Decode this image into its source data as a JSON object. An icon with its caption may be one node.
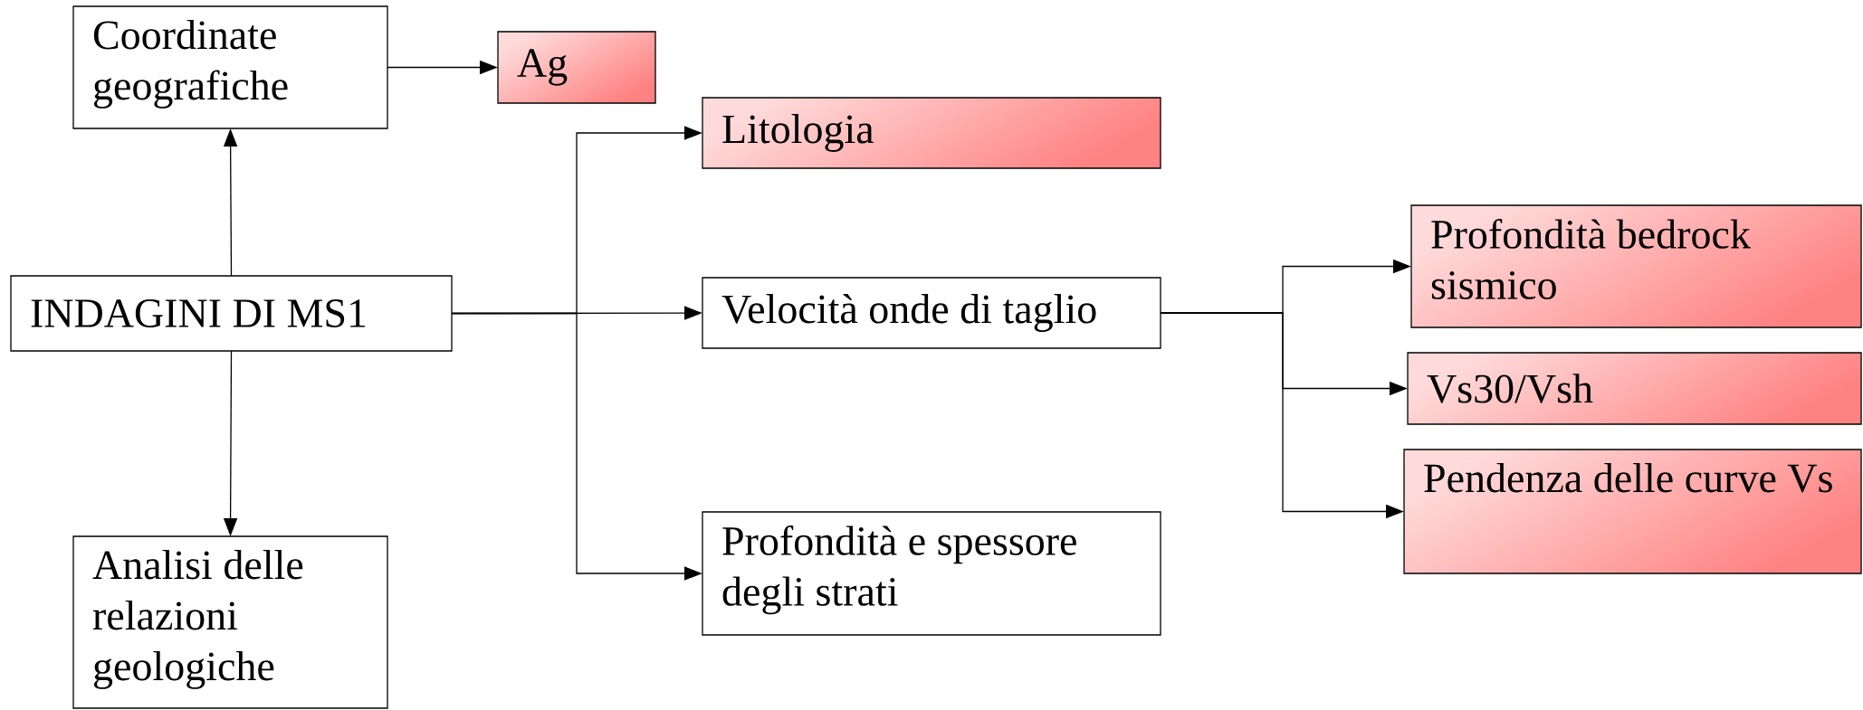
{
  "diagram": {
    "nodes": [
      {
        "text": [
          "INDAGINI DI MS1"
        ]
      },
      {
        "text": [
          "Coordinate geografiche"
        ]
      },
      {
        "text": [
          "Ag"
        ]
      },
      {
        "text": [
          "Analisi delle relazioni geologiche"
        ]
      },
      {
        "text": [
          "Litologia"
        ]
      },
      {
        "text": [
          "Velocità onde di taglio"
        ]
      },
      {
        "text": [
          "Profondità e spessore degli strati"
        ]
      },
      {
        "text": [
          "Profondità bedrock sismico"
        ]
      },
      {
        "text": [
          "Vs30/Vsh"
        ]
      },
      {
        "text": [
          "Pendenza delle curve Vs"
        ]
      }
    ],
    "edges": [
      {
        "from": 0,
        "to": 1,
        "arrow": "to"
      },
      {
        "from": 1,
        "to": 2,
        "arrow": "to"
      },
      {
        "from": 0,
        "to": 3,
        "arrow": "to"
      },
      {
        "from": 0,
        "to": 4,
        "arrow": "to"
      },
      {
        "from": 0,
        "to": 5,
        "arrow": "to"
      },
      {
        "from": 0,
        "to": 6,
        "arrow": "to"
      },
      {
        "from": 5,
        "to": 7,
        "arrow": "to"
      },
      {
        "from": 5,
        "to": 8,
        "arrow": "to"
      },
      {
        "from": 5,
        "to": 9,
        "arrow": "to"
      }
    ]
  }
}
